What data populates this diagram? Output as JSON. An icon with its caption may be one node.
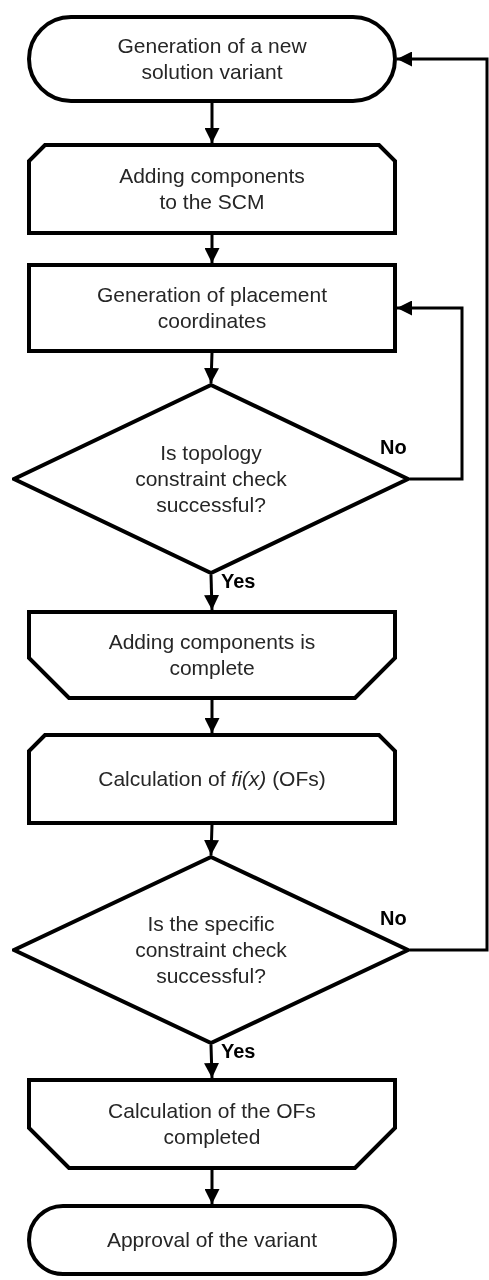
{
  "diagram": {
    "nodes": [
      {
        "text": [
          "Generation of a new solution variant"
        ]
      },
      {
        "text": [
          "Adding components to the SCM"
        ]
      },
      {
        "text": [
          "Generation of placement coordinates"
        ]
      },
      {
        "text": [
          "Is topology constraint check successful?"
        ]
      },
      {
        "text": [
          "Adding components is complete"
        ]
      },
      {
        "text": [
          "Calculation of *fi(x)* (OFs)"
        ]
      },
      {
        "text": [
          "Is the specific constraint check successful?"
        ]
      },
      {
        "text": [
          "Calculation of the OFs completed"
        ]
      },
      {
        "text": [
          "Approval of the variant"
        ]
      }
    ],
    "edges": [
      {
        "from": 0,
        "to": 1,
        "arrow": "to"
      },
      {
        "from": 1,
        "to": 2,
        "arrow": "to"
      },
      {
        "from": 2,
        "to": 3,
        "arrow": "to"
      },
      {
        "from": 3,
        "to": 4,
        "arrow": "to",
        "label": "Yes"
      },
      {
        "from": 3,
        "to": 2,
        "arrow": "to",
        "label": "No"
      },
      {
        "from": 4,
        "to": 5,
        "arrow": "to"
      },
      {
        "from": 5,
        "to": 6,
        "arrow": "to"
      },
      {
        "from": 6,
        "to": 7,
        "arrow": "to",
        "label": "Yes"
      },
      {
        "from": 6,
        "to": 0,
        "arrow": "to",
        "label": "No"
      },
      {
        "from": 7,
        "to": 8,
        "arrow": "to"
      }
    ]
  }
}
